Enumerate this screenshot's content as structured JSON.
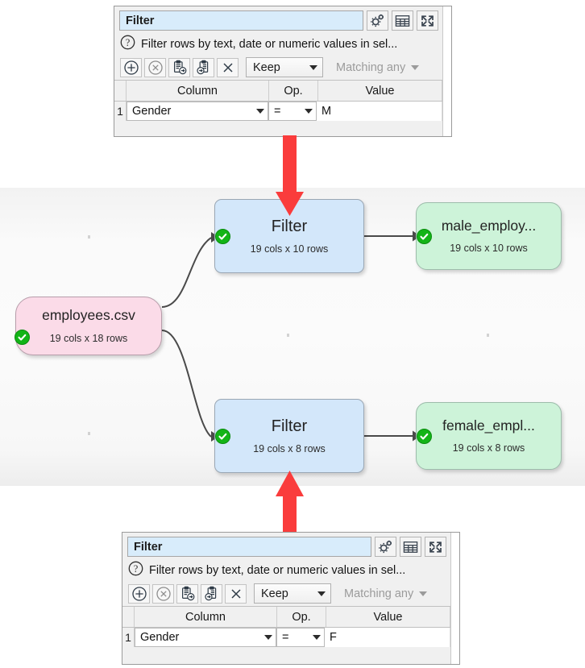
{
  "app": {
    "panel_title": "Filter",
    "help_text": "Filter rows by text, date or numeric values in sel...",
    "help_icon": "question-mark-icon",
    "header_buttons": [
      {
        "name": "settings-gear-icon",
        "label": "Settings"
      },
      {
        "name": "table-grid-icon",
        "label": "Show table"
      },
      {
        "name": "expand-arrows-icon",
        "label": "Expand"
      }
    ],
    "toolbar_buttons": [
      {
        "name": "add-row-icon",
        "label": "Add"
      },
      {
        "name": "remove-row-icon",
        "label": "Remove"
      },
      {
        "name": "copy-to-clipboard-icon",
        "label": "Copy to clipboard"
      },
      {
        "name": "paste-from-clipboard-icon",
        "label": "Paste from clipboard"
      },
      {
        "name": "clear-all-icon",
        "label": "Clear"
      }
    ],
    "keep_dropdown": {
      "value": "Keep",
      "enabled": true
    },
    "matching_dropdown": {
      "value": "Matching any",
      "enabled": false
    },
    "grid": {
      "columns": [
        "Column",
        "Op.",
        "Value"
      ],
      "rows_top": [
        {
          "num": "1",
          "column": "Gender",
          "op": "=",
          "value": "M"
        }
      ],
      "rows_bottom": [
        {
          "num": "1",
          "column": "Gender",
          "op": "=",
          "value": "F"
        }
      ]
    }
  },
  "canvas": {
    "nodes": [
      {
        "id": "employees-csv",
        "kind": "input",
        "title": "employees.csv",
        "subtitle": "19 cols x 18 rows",
        "status": "ok",
        "color": "#fbdbe8"
      },
      {
        "id": "filter-male",
        "kind": "process",
        "title": "Filter",
        "subtitle": "19 cols x 10 rows",
        "status": "ok",
        "color": "#d3e7fa"
      },
      {
        "id": "male-employees",
        "kind": "output",
        "title": "male_employ...",
        "subtitle": "19 cols x 10 rows",
        "status": "ok",
        "color": "#cdf3d9"
      },
      {
        "id": "filter-female",
        "kind": "process",
        "title": "Filter",
        "subtitle": "19 cols x 8 rows",
        "status": "ok",
        "color": "#d3e7fa"
      },
      {
        "id": "female-employees",
        "kind": "output",
        "title": "female_empl...",
        "subtitle": "19 cols x 8 rows",
        "status": "ok",
        "color": "#cdf3d9"
      }
    ],
    "annotation_color": "#fa3c3c"
  }
}
